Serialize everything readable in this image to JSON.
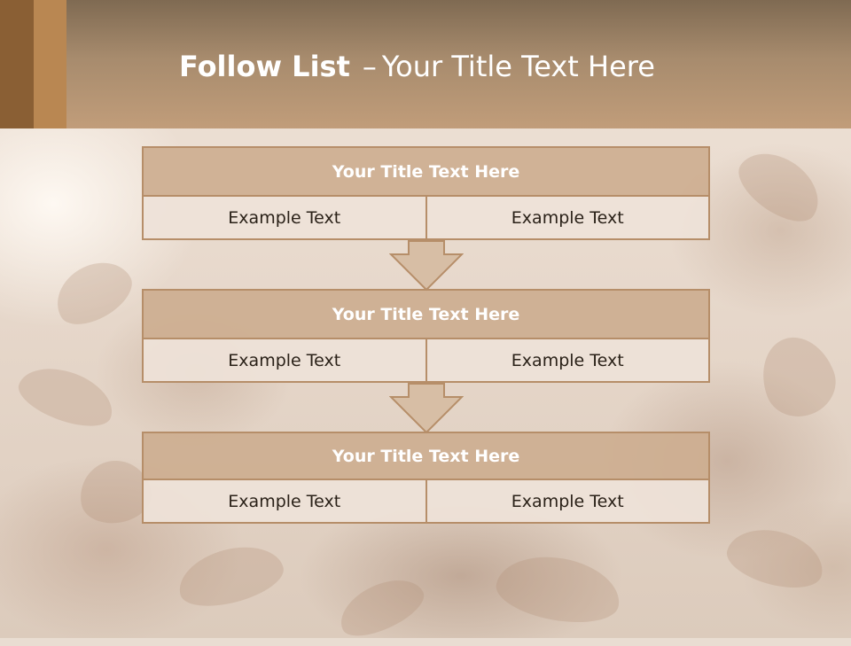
{
  "header": {
    "title_bold": "Follow List",
    "title_sep": "–",
    "title_rest": "Your Title Text Here"
  },
  "blocks": [
    {
      "title": "Your Title Text Here",
      "left": "Example Text",
      "right": "Example Text"
    },
    {
      "title": "Your Title Text Here",
      "left": "Example Text",
      "right": "Example Text"
    },
    {
      "title": "Your Title Text Here",
      "left": "Example Text",
      "right": "Example Text"
    }
  ],
  "icons": {
    "connector": "down-arrow-icon"
  },
  "colors": {
    "header_top": "#7f6a52",
    "header_bottom": "#c19d7a",
    "block_title_fill": "#cdae90",
    "block_border": "#b68e69",
    "cell_fill": "#eee2d8",
    "accent_dark": "#8a5f34",
    "accent_light": "#b98752"
  }
}
